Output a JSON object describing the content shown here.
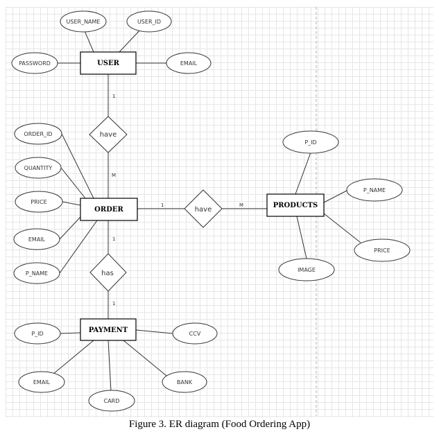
{
  "diagram": {
    "entities": {
      "user": "USER",
      "order": "ORDER",
      "products": "PRODUCTS",
      "payment": "PAYMENT"
    },
    "relationships": {
      "user_order": "have",
      "order_products": "have",
      "order_payment": "has"
    },
    "attributes": {
      "user": [
        "USER_NAME",
        "USER_ID",
        "PASSWORD",
        "EMAIL"
      ],
      "order": [
        "ORDER_ID",
        "QUANTITY",
        "PRICE",
        "EMAIL",
        "P_NAME"
      ],
      "products": [
        "P_ID",
        "P_NAME",
        "PRICE",
        "IMAGE"
      ],
      "payment": [
        "P_ID",
        "CCV",
        "EMAIL",
        "BANK",
        "CARD"
      ]
    },
    "cardinalities": {
      "user_side": "1",
      "order_side_user": "M",
      "order_side_products": "1",
      "products_side": "M",
      "order_side_payment": "1",
      "payment_side": "1"
    }
  },
  "caption": "Figure 3. ER diagram (Food Ordering App)"
}
